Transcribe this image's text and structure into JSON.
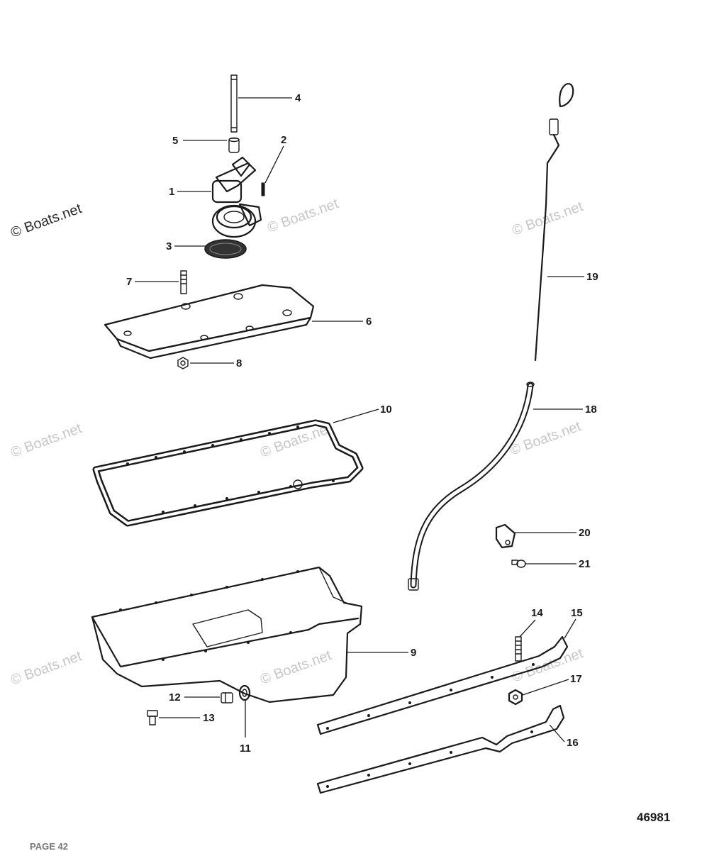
{
  "watermark": {
    "text": "© Boats.net"
  },
  "document_number": "46981",
  "footer": {
    "left": "PAGE 42",
    "center": ""
  },
  "callouts": {
    "c1": "1",
    "c2": "2",
    "c3": "3",
    "c4": "4",
    "c5": "5",
    "c6": "6",
    "c7": "7",
    "c8": "8",
    "c9": "9",
    "c10": "10",
    "c11": "11",
    "c12": "12",
    "c13": "13",
    "c14": "14",
    "c15": "15",
    "c16": "16",
    "c17": "17",
    "c18": "18",
    "c19": "19",
    "c20": "20",
    "c21": "21"
  },
  "colors": {
    "ink": "#1a1a1a",
    "watermark": "#c7c7c7"
  }
}
